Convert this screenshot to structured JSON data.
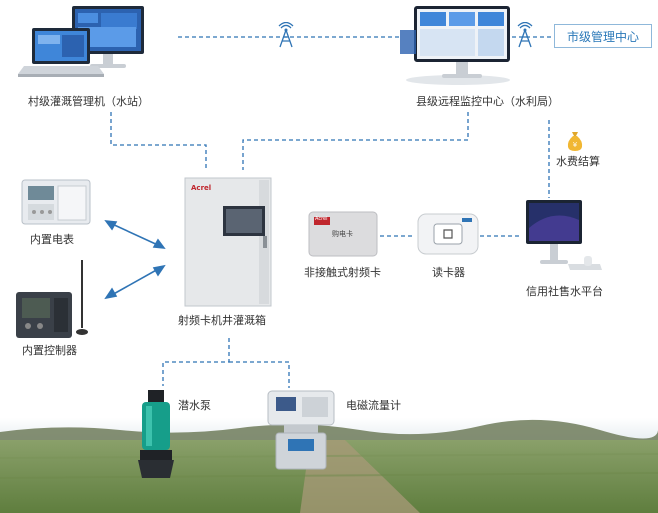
{
  "labels": {
    "village_pc": "村级灌溉管理机（水站）",
    "county_center": "县级远程监控中心（水利局）",
    "city_center": "市级管理中心",
    "water_fee": "水费结算",
    "meter": "内置电表",
    "controller": "内置控制器",
    "cabinet": "射频卡机井灌溉箱",
    "rf_card": "非接触式射频卡",
    "card_reader": "读卡器",
    "platform": "信用社售水平台",
    "pump": "潜水泵",
    "flowmeter": "电磁流量计"
  },
  "device_text": {
    "brand": "Acrel",
    "card_title": "购电卡"
  },
  "colors": {
    "line": "#2f74b5",
    "city_box_border": "#8fb8da",
    "city_box_text": "#2a78b8"
  }
}
